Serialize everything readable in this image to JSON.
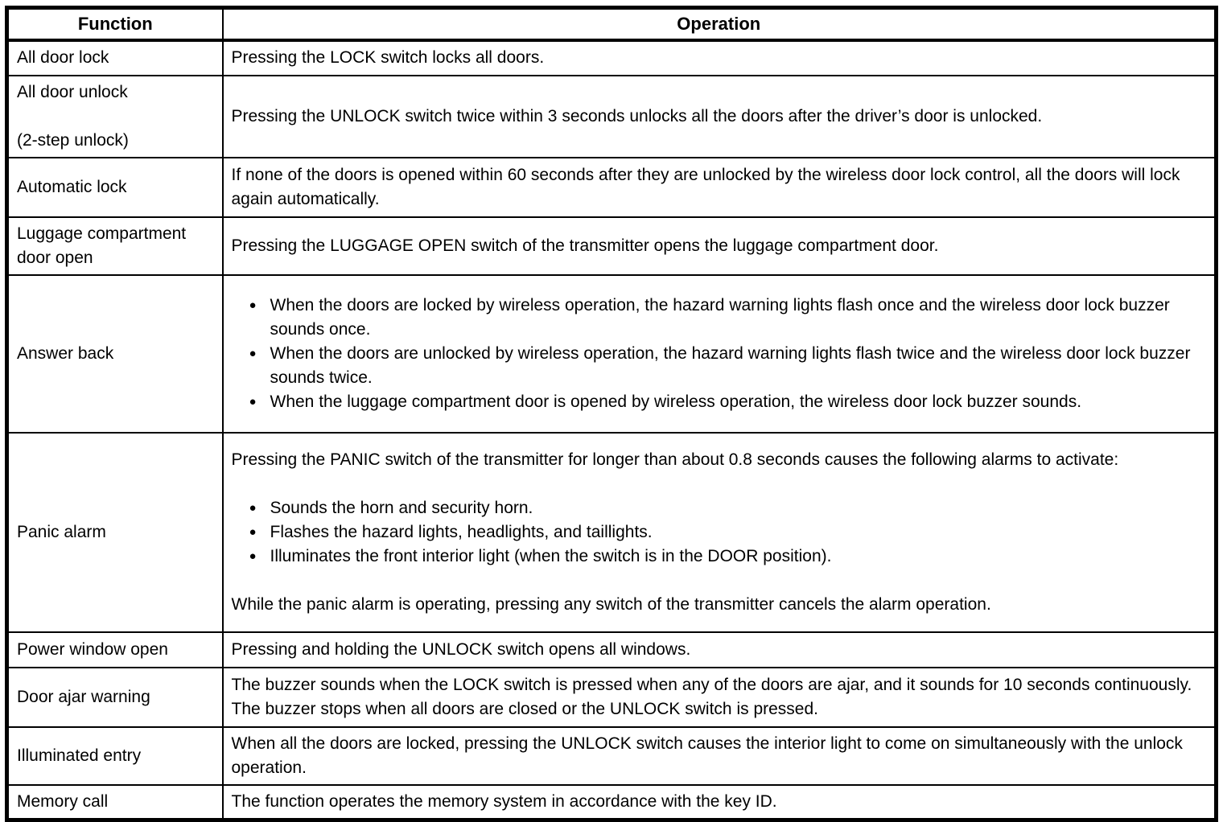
{
  "colors": {
    "border": "#000000",
    "text": "#000000",
    "background": "#ffffff"
  },
  "icons": {
    "bullet": "●"
  },
  "table": {
    "headers": {
      "function": "Function",
      "operation": "Operation"
    },
    "rows": [
      {
        "function": [
          "All door lock"
        ],
        "operation": [
          {
            "type": "paragraph",
            "text": "Pressing the LOCK switch locks all doors."
          }
        ]
      },
      {
        "function": [
          "All door unlock",
          "(2-step unlock)"
        ],
        "operation": [
          {
            "type": "paragraph",
            "text": "Pressing the UNLOCK switch twice within 3 seconds unlocks all the doors after the driver’s door is unlocked."
          }
        ]
      },
      {
        "function": [
          "Automatic lock"
        ],
        "operation": [
          {
            "type": "paragraph",
            "text": "If none of the doors is opened within 60 seconds after they are unlocked by the wireless door lock control, all the doors will lock again automatically."
          }
        ]
      },
      {
        "function": [
          "Luggage compartment door open"
        ],
        "operation": [
          {
            "type": "paragraph",
            "text": "Pressing the LUGGAGE OPEN switch of the transmitter opens the luggage compartment door."
          }
        ]
      },
      {
        "function": [
          "Answer back"
        ],
        "operation": [
          {
            "type": "list",
            "items": [
              "When the doors are locked by wireless operation, the hazard warning lights flash once and the wireless door lock buzzer sounds once.",
              "When the doors are unlocked by wireless operation, the hazard warning lights flash twice and the wireless door lock buzzer sounds twice.",
              "When the luggage compartment door is opened by wireless operation, the wireless door lock buzzer sounds."
            ]
          }
        ]
      },
      {
        "function": [
          "Panic alarm"
        ],
        "operation": [
          {
            "type": "paragraph",
            "text": "Pressing the PANIC switch of the transmitter for longer than about 0.8 seconds causes the following alarms to activate:"
          },
          {
            "type": "list",
            "items": [
              "Sounds the horn and security horn.",
              "Flashes the hazard lights, headlights, and taillights.",
              "Illuminates the front interior light (when the switch is in the DOOR position)."
            ]
          },
          {
            "type": "paragraph",
            "text": "While the panic alarm is operating, pressing any switch of the transmitter cancels the alarm operation."
          }
        ]
      },
      {
        "function": [
          "Power window open"
        ],
        "operation": [
          {
            "type": "paragraph",
            "text": "Pressing and holding the UNLOCK switch opens all windows."
          }
        ]
      },
      {
        "function": [
          "Door ajar warning"
        ],
        "operation": [
          {
            "type": "paragraph",
            "text": "The buzzer sounds when the LOCK switch is pressed when any of the doors are ajar, and it sounds for 10 seconds continuously. The buzzer stops when all doors are closed or the UNLOCK switch is pressed."
          }
        ]
      },
      {
        "function": [
          "Illuminated entry"
        ],
        "operation": [
          {
            "type": "paragraph",
            "text": "When all the doors are locked, pressing the UNLOCK switch causes the interior light to come on simultaneously with the unlock operation."
          }
        ]
      },
      {
        "function": [
          "Memory call"
        ],
        "operation": [
          {
            "type": "paragraph",
            "text": "The function operates the memory system in accordance with the key ID."
          }
        ]
      }
    ]
  }
}
